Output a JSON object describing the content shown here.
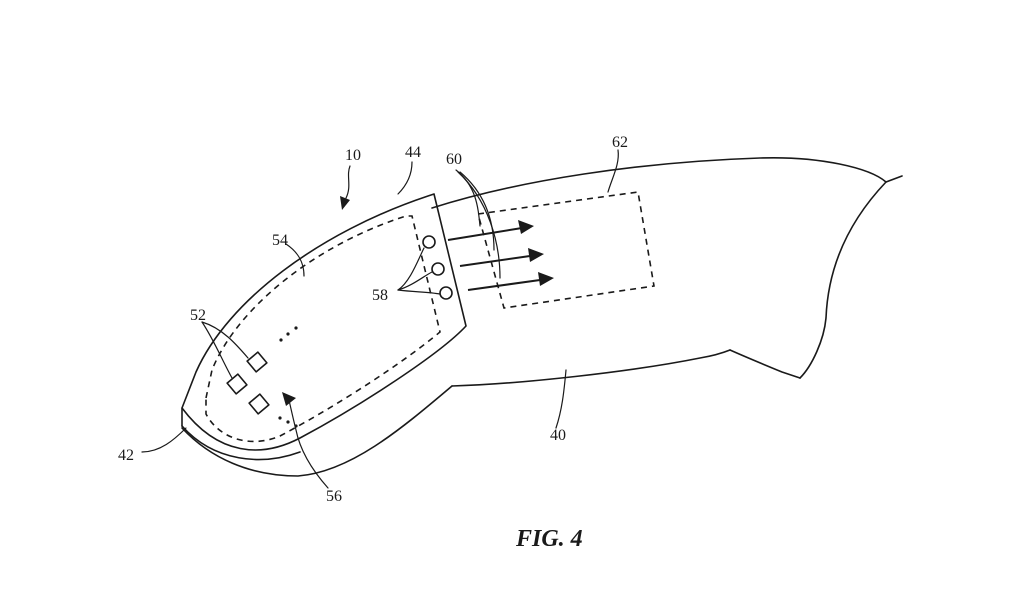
{
  "figure": {
    "caption": "FIG. 4",
    "labels": {
      "ref_10": "10",
      "ref_44": "44",
      "ref_60": "60",
      "ref_62": "62",
      "ref_54": "54",
      "ref_58": "58",
      "ref_52": "52",
      "ref_42": "42",
      "ref_40": "40",
      "ref_56": "56"
    }
  }
}
